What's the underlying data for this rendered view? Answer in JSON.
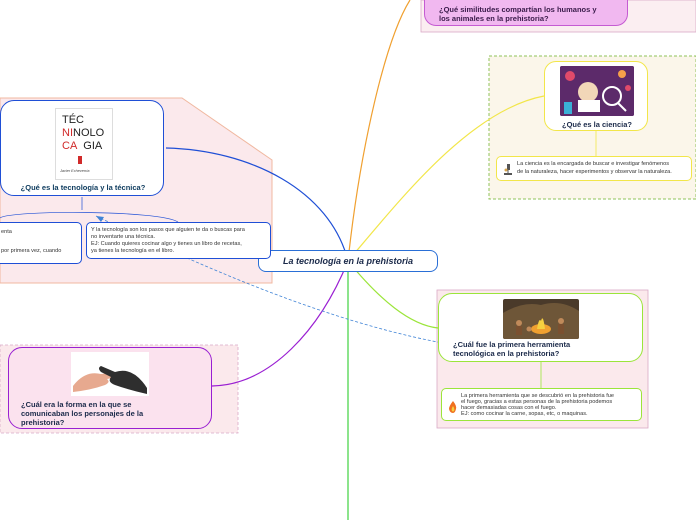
{
  "central": {
    "title": "La tecnología en la prehistoria"
  },
  "colors": {
    "blue": "#1f4fd6",
    "purple": "#9a1fd2",
    "orange": "#f0a030",
    "yellow": "#f2e64a",
    "lime": "#9be53a",
    "green": "#3fd23f",
    "pink_bg": "#fbe9ec",
    "cream_bg": "#fbf6ea"
  },
  "tecnologia": {
    "question": "¿Qué es la tecnología y la técnica?",
    "book_cover": {
      "line1": "TÉC",
      "line2a": "NI",
      "line2b": "NOLO",
      "line3a": "CA",
      "line3b": "GIA",
      "author": "Javier Echeverría"
    },
    "left_partial": [
      "enta",
      "por primera vez, cuando"
    ],
    "right_lines": [
      "Y la tecnología son los pasos que alguien te da o buscas para",
      "no inventarte una técnica.",
      "EJ: Cuando quieres cocinar algo y tienes un libro de recetas,",
      "ya tienes la tecnología en el libro."
    ]
  },
  "similitudes": {
    "question_lines": [
      "¿Qué similitudes compartían los humanos y",
      "los animales  en la prehistoria?"
    ]
  },
  "ciencia": {
    "question": "¿Qué es la ciencia?",
    "lines": [
      "La ciencia es la encargada de buscar e investigar fenómenos",
      "de la naturaleza, hacer experimentos y observar la naturaleza."
    ],
    "icon": "scientist-icon"
  },
  "herramienta": {
    "question_lines": [
      "¿Cuál fue la primera herramienta",
      "tecnológica en la prehistoria?"
    ],
    "lines": [
      "La primera herramienta que se descubrió en la prehistoria fue",
      "el fuego, gracias a estas personas de la prehistoria podemos",
      "hacer demasiadas cosas con el fuego.",
      "EJ: como cocinar la carne, sopas, etc, o maquinas."
    ],
    "icon": "fire-icon"
  },
  "comunicacion": {
    "question_lines": [
      "¿Cuál era la forma en la que se",
      "comunicaban los personajes de la",
      "prehistoria?"
    ]
  }
}
